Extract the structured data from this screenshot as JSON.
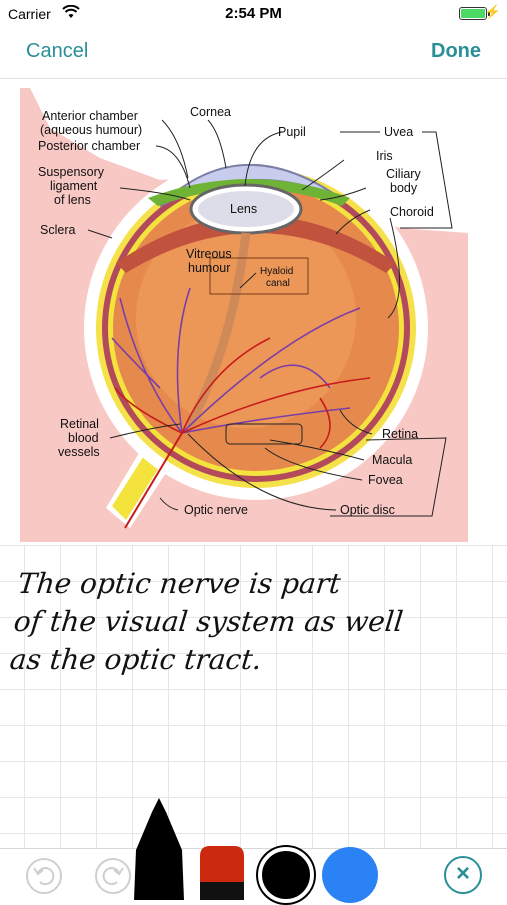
{
  "status_bar": {
    "carrier": "Carrier",
    "time": "2:54 PM"
  },
  "nav": {
    "cancel_label": "Cancel",
    "done_label": "Done"
  },
  "diagram": {
    "labels": {
      "anterior_chamber": "Anterior chamber",
      "aqueous_humour": "(aqueous humour)",
      "posterior_chamber": "Posterior chamber",
      "suspensory_1": "Suspensory",
      "suspensory_2": "ligament",
      "suspensory_3": "of lens",
      "sclera": "Sclera",
      "cornea": "Cornea",
      "pupil": "Pupil",
      "uvea": "Uvea",
      "iris": "Iris",
      "ciliary_1": "Ciliary",
      "ciliary_2": "body",
      "choroid": "Choroid",
      "lens": "Lens",
      "vitreous_1": "Vitreous",
      "vitreous_2": "humour",
      "hyaloid_1": "Hyaloid",
      "hyaloid_2": "canal",
      "retinal_1": "Retinal",
      "retinal_2": "blood",
      "retinal_3": "vessels",
      "retina": "Retina",
      "macula": "Macula",
      "fovea": "Fovea",
      "optic_nerve": "Optic nerve",
      "optic_disc": "Optic disc"
    }
  },
  "note": {
    "line1": "The optic nerve is part",
    "line2": "of the visual system as well",
    "line3": "as the optic tract."
  },
  "colors": {
    "accent": "#2b8f98",
    "blue_swatch": "#2b82f5",
    "marker_red": "#cc2a0e"
  },
  "icons": [
    "wifi-icon",
    "battery-icon",
    "undo-icon",
    "redo-icon",
    "pen-tool-icon",
    "marker-tool-icon",
    "close-icon"
  ]
}
